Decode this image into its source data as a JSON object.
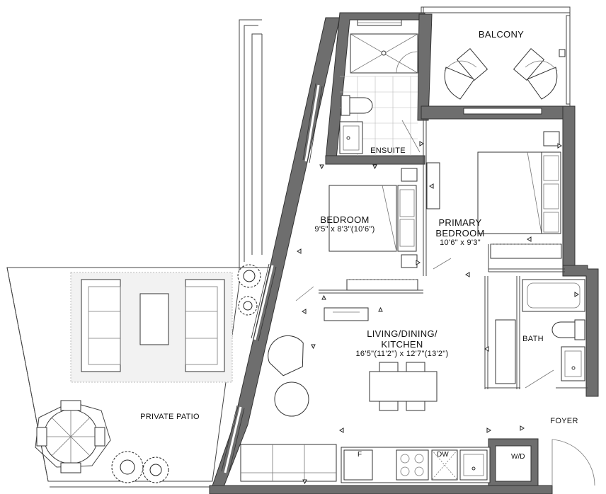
{
  "rooms": {
    "balcony": {
      "name": "BALCONY"
    },
    "ensuite": {
      "name": "ENSUITE"
    },
    "bedroom": {
      "name": "BEDROOM",
      "dims": "9'5\" x 8'3\"(10'6\")"
    },
    "primary": {
      "name_line1": "PRIMARY",
      "name_line2": "BEDROOM",
      "dims": "10'6\" x 9'3\""
    },
    "living": {
      "name_line1": "LIVING/DINING/",
      "name_line2": "KITCHEN",
      "dims": "16'5\"(11'2\") x 12'7\"(13'2\")"
    },
    "bath": {
      "name": "BATH"
    },
    "patio": {
      "name": "PRIVATE PATIO"
    },
    "foyer": {
      "name": "FOYER"
    }
  },
  "appliances": {
    "fridge": "F",
    "dishwasher": "DW",
    "washer_dryer": "W/D"
  }
}
